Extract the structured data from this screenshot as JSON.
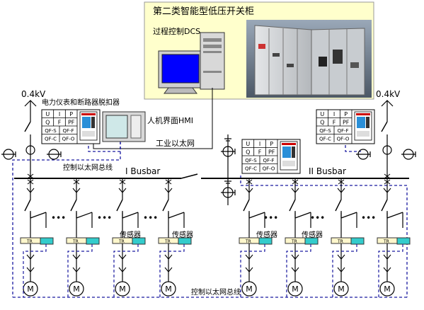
{
  "header": {
    "title": "第二类智能型低压开关柜"
  },
  "dcs": {
    "label": "过程控制DCS"
  },
  "hmi": {
    "label": "人机界面HMI"
  },
  "network": {
    "industrial_ethernet": "工业以太网",
    "control_bus_top": "控制以太网总线",
    "control_bus_bottom": "控制以太网总线"
  },
  "meter_caption": "电力仪表和断路器脱扣器",
  "voltage": {
    "left": "0.4kV",
    "right": "0.4kV"
  },
  "busbars": {
    "left": "I  Busbar",
    "right": "II  Busbar"
  },
  "meter_table": {
    "rows": [
      [
        "U",
        "I",
        "P"
      ],
      [
        "Q",
        "F",
        "PF"
      ],
      [
        "QF-S",
        "QF-F"
      ],
      [
        "QF-C",
        "QF-O"
      ]
    ]
  },
  "sensor_label": "传感器",
  "trip_unit_label": "TR",
  "motor_label": "M",
  "ellipsis": "•••",
  "colors": {
    "accent_blue": "#1a1aa0",
    "panel_yellow": "#ffffcc",
    "trip_cyan": "#33cccc",
    "monitor_blue": "#0000ff"
  }
}
